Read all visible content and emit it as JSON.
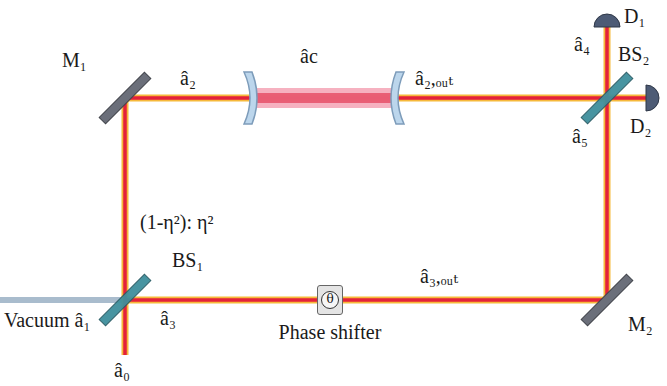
{
  "diagram": {
    "nodes": [
      {
        "text": [
          "θ",
          "Phase shifter"
        ]
      }
    ],
    "labels": [
      "D₁",
      "â₄",
      "M₁",
      "âc",
      "BS₂",
      "â₂",
      "â₂,ₒᵤₜ",
      "D₂",
      "â₅",
      "(1-η²): η²",
      "BS₁",
      "â₃,ₒᵤₜ",
      "â₃",
      "Vacuum â₁",
      "M₂",
      "â₀"
    ]
  }
}
